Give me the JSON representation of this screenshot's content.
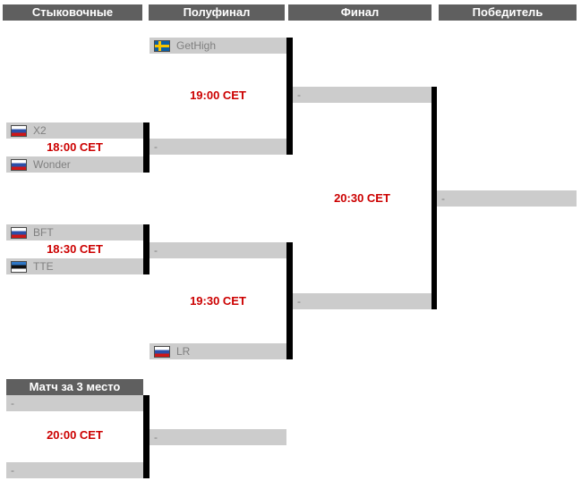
{
  "headers": {
    "col1": "Стыковочные",
    "col2": "Полуфинал",
    "col3": "Финал",
    "col4": "Победитель",
    "third_place": "Матч за 3 место"
  },
  "slots": {
    "gethigh": {
      "label": "GetHigh",
      "flag": "sweden-flag-icon"
    },
    "x2": {
      "label": "X2",
      "flag": "russia-flag-icon"
    },
    "wonder": {
      "label": "Wonder",
      "flag": "russia-flag-icon"
    },
    "bft": {
      "label": "BFT",
      "flag": "russia-flag-icon"
    },
    "tte": {
      "label": "TTE",
      "flag": "estonia-flag-icon"
    },
    "lr": {
      "label": "LR",
      "flag": "russia-flag-icon"
    },
    "sf1_winner": {
      "label": "-"
    },
    "sf2_winner": {
      "label": "-"
    },
    "final_top": {
      "label": "-"
    },
    "final_bottom": {
      "label": "-"
    },
    "champion": {
      "label": "-"
    },
    "third_top": {
      "label": "-"
    },
    "third_bottom": {
      "label": "-"
    },
    "third_winner": {
      "label": "-"
    }
  },
  "times": {
    "qualifier1": "18:00 CET",
    "qualifier2": "18:30 CET",
    "semifinal1": "19:00 CET",
    "semifinal2": "19:30 CET",
    "final": "20:30 CET",
    "third_place": "20:00 CET"
  },
  "colors": {
    "header_bg": "#5f5f5f",
    "header_text": "#ffffff",
    "slot_bg": "#cccccc",
    "slot_text": "#808080",
    "time_text": "#cc0000",
    "connector": "#000000"
  }
}
